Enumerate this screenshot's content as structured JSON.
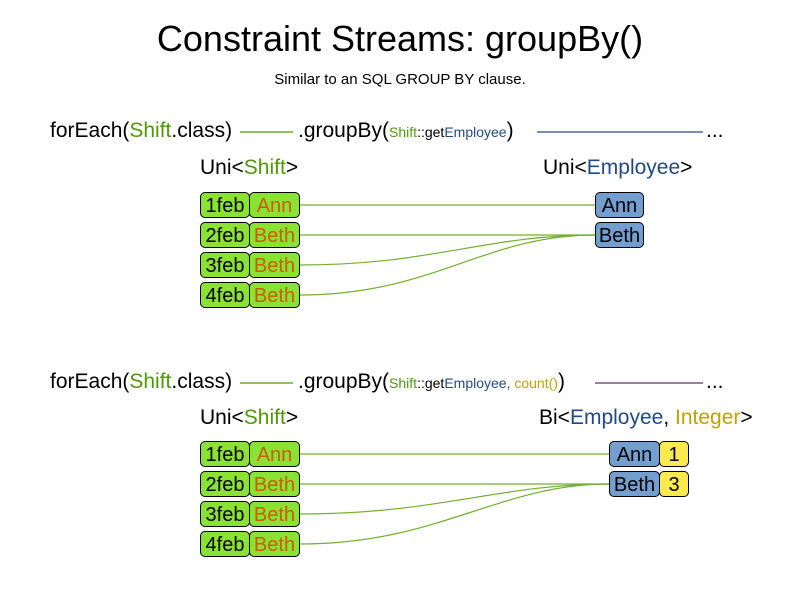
{
  "title": "Constraint Streams: groupBy()",
  "subtitle": "Similar to an SQL GROUP BY clause.",
  "colors": {
    "shift_class": "#4e9a06",
    "employee": "#204a87",
    "integer": "#c4a000",
    "shift_box": "#8ae234",
    "employee_box": "#729fcf",
    "count_box": "#fce94f",
    "employee_name_text": "#ce5c00",
    "wire": "#73b02d"
  },
  "panels": [
    {
      "code": {
        "foreach_prefix": "forEach(",
        "shift": "Shift",
        "foreach_suffix": ".class)",
        "groupby_prefix": ".groupBy(",
        "arg_shift": "Shift",
        "arg_sep": "::get",
        "arg_employee": "Employee",
        "extra_sep": "",
        "extra_arg": "",
        "groupby_suffix": ")",
        "ellipsis": "..."
      },
      "input_label": {
        "prefix": "Uni<",
        "type": "Shift",
        "suffix": ">"
      },
      "output_label": {
        "prefix": "Uni<",
        "type1": "Employee",
        "sep": "",
        "type2": "",
        "suffix": ">"
      },
      "rows": [
        {
          "date": "1feb",
          "employee": "Ann"
        },
        {
          "date": "2feb",
          "employee": "Beth"
        },
        {
          "date": "3feb",
          "employee": "Beth"
        },
        {
          "date": "4feb",
          "employee": "Beth"
        }
      ],
      "groups": [
        {
          "key": "Ann",
          "count": ""
        },
        {
          "key": "Beth",
          "count": ""
        }
      ]
    },
    {
      "code": {
        "foreach_prefix": "forEach(",
        "shift": "Shift",
        "foreach_suffix": ".class)",
        "groupby_prefix": ".groupBy(",
        "arg_shift": "Shift",
        "arg_sep": "::get",
        "arg_employee": "Employee",
        "extra_sep": ", ",
        "extra_arg": "count()",
        "groupby_suffix": ")",
        "ellipsis": "..."
      },
      "input_label": {
        "prefix": "Uni<",
        "type": "Shift",
        "suffix": ">"
      },
      "output_label": {
        "prefix": "Bi<",
        "type1": "Employee",
        "sep": ", ",
        "type2": "Integer",
        "suffix": ">"
      },
      "rows": [
        {
          "date": "1feb",
          "employee": "Ann"
        },
        {
          "date": "2feb",
          "employee": "Beth"
        },
        {
          "date": "3feb",
          "employee": "Beth"
        },
        {
          "date": "4feb",
          "employee": "Beth"
        }
      ],
      "groups": [
        {
          "key": "Ann",
          "count": "1"
        },
        {
          "key": "Beth",
          "count": "3"
        }
      ]
    }
  ]
}
